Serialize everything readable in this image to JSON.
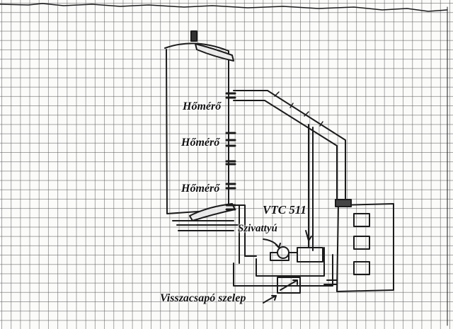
{
  "labels": {
    "thermometer_top": "Hőmérő",
    "thermometer_middle": "Hőmérő",
    "thermometer_bottom": "Hőmérő",
    "controller": "VTC 511",
    "pump": "Szivattyú",
    "check_valve": "Visszacsapó szelep"
  }
}
